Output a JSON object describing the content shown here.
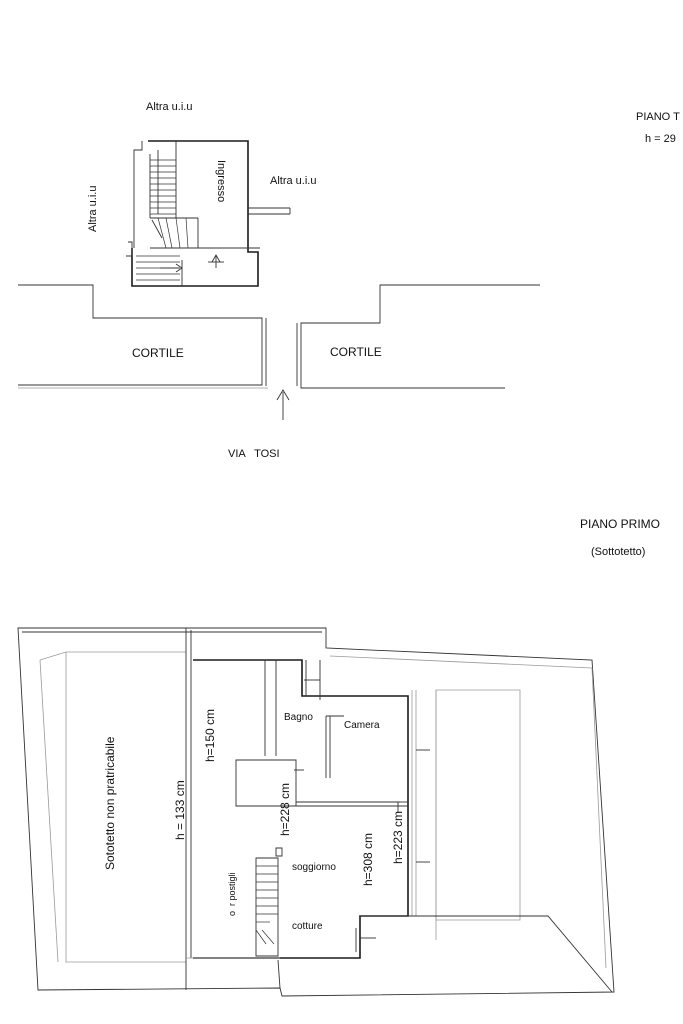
{
  "ground_floor": {
    "title": "PIANO T",
    "height": "h = 29",
    "labels": {
      "altra_top": "Altra u.i.u",
      "altra_left": "Altra u.i.u",
      "altra_right": "Altra u.i.u",
      "ingresso": "Ingresso",
      "cortile_left": "CORTILE",
      "cortile_right": "CORTILE",
      "street": "VIA   TOSI"
    }
  },
  "first_floor": {
    "title": "PIANO PRIMO",
    "subtitle": "(Sottotetto)",
    "labels": {
      "sottotetto": "Sototetto non pratricabile",
      "h133": "h = 133 cm",
      "h150": "h=150 cm",
      "bagno": "Bagno",
      "camera": "Camera",
      "h228": "h=228 cm",
      "h308": "h=308 cm",
      "h223": "h=223 cm",
      "soggiorno": "soggiorno",
      "postigli": "o  r postigli",
      "cotture": "cotture"
    }
  }
}
